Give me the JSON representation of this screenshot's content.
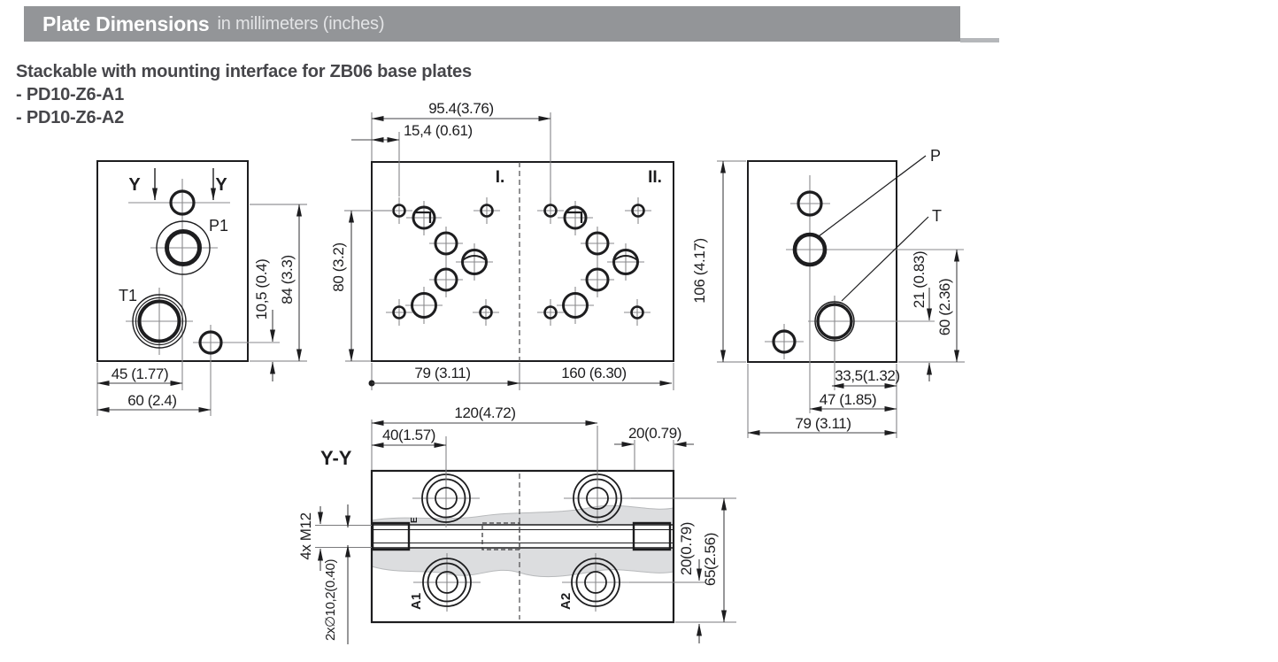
{
  "header": {
    "title": "Plate Dimensions",
    "units": "in millimeters (inches)",
    "bar_color": "#939598",
    "tab_color": "#b5b7ba"
  },
  "intro": {
    "heading": "Stackable with mounting interface for ZB06 base plates",
    "models": [
      "- PD10-Z6-A1",
      "- PD10-Z6-A2"
    ]
  },
  "front_view": {
    "section_mark": "Y",
    "ports": {
      "p": "P1",
      "t": "T1"
    },
    "dims": {
      "bottom_hole_offset": "10,5 (0.4)",
      "height": "84 (3.3)",
      "port_center": "45 (1.77)",
      "bottom_hole": "60 (2.4)"
    }
  },
  "top_view": {
    "stations": {
      "first": "I.",
      "second": "II."
    },
    "dims": {
      "station_pitch": "95.4(3.76)",
      "first_hole": "15,4 (0.61)",
      "height": "80 (3.2)",
      "station_one": "79 (3.11)",
      "total_length": "160 (6.30)"
    }
  },
  "side_view": {
    "ports": {
      "p": "P",
      "t": "T"
    },
    "dims": {
      "height": "106 (4.17)",
      "t_port_height": "21 (0.83)",
      "p_port_height": "60 (2.36)",
      "t_center": "33,5(1.32)",
      "p_center": "47 (1.85)",
      "width": "79 (3.11)"
    }
  },
  "section_view": {
    "title": "Y-Y",
    "labels": {
      "a1": "A1",
      "a2": "A2",
      "e": "E"
    },
    "thread": "4x M12",
    "bore": "2x∅10,2(0.40)",
    "dims": {
      "bolt_pitch": "120(4.72)",
      "first_bolt": "40(1.57)",
      "edge_offset": "20(0.79)",
      "bolt_row": "20(0.79)",
      "bolt_height": "65(2.56)"
    }
  },
  "colors": {
    "ink": "#1d1d1f",
    "dimension": "#424244",
    "centerline": "#8a8a8c",
    "section_fill": "#dcdddf",
    "heading_text": "#46464a"
  }
}
